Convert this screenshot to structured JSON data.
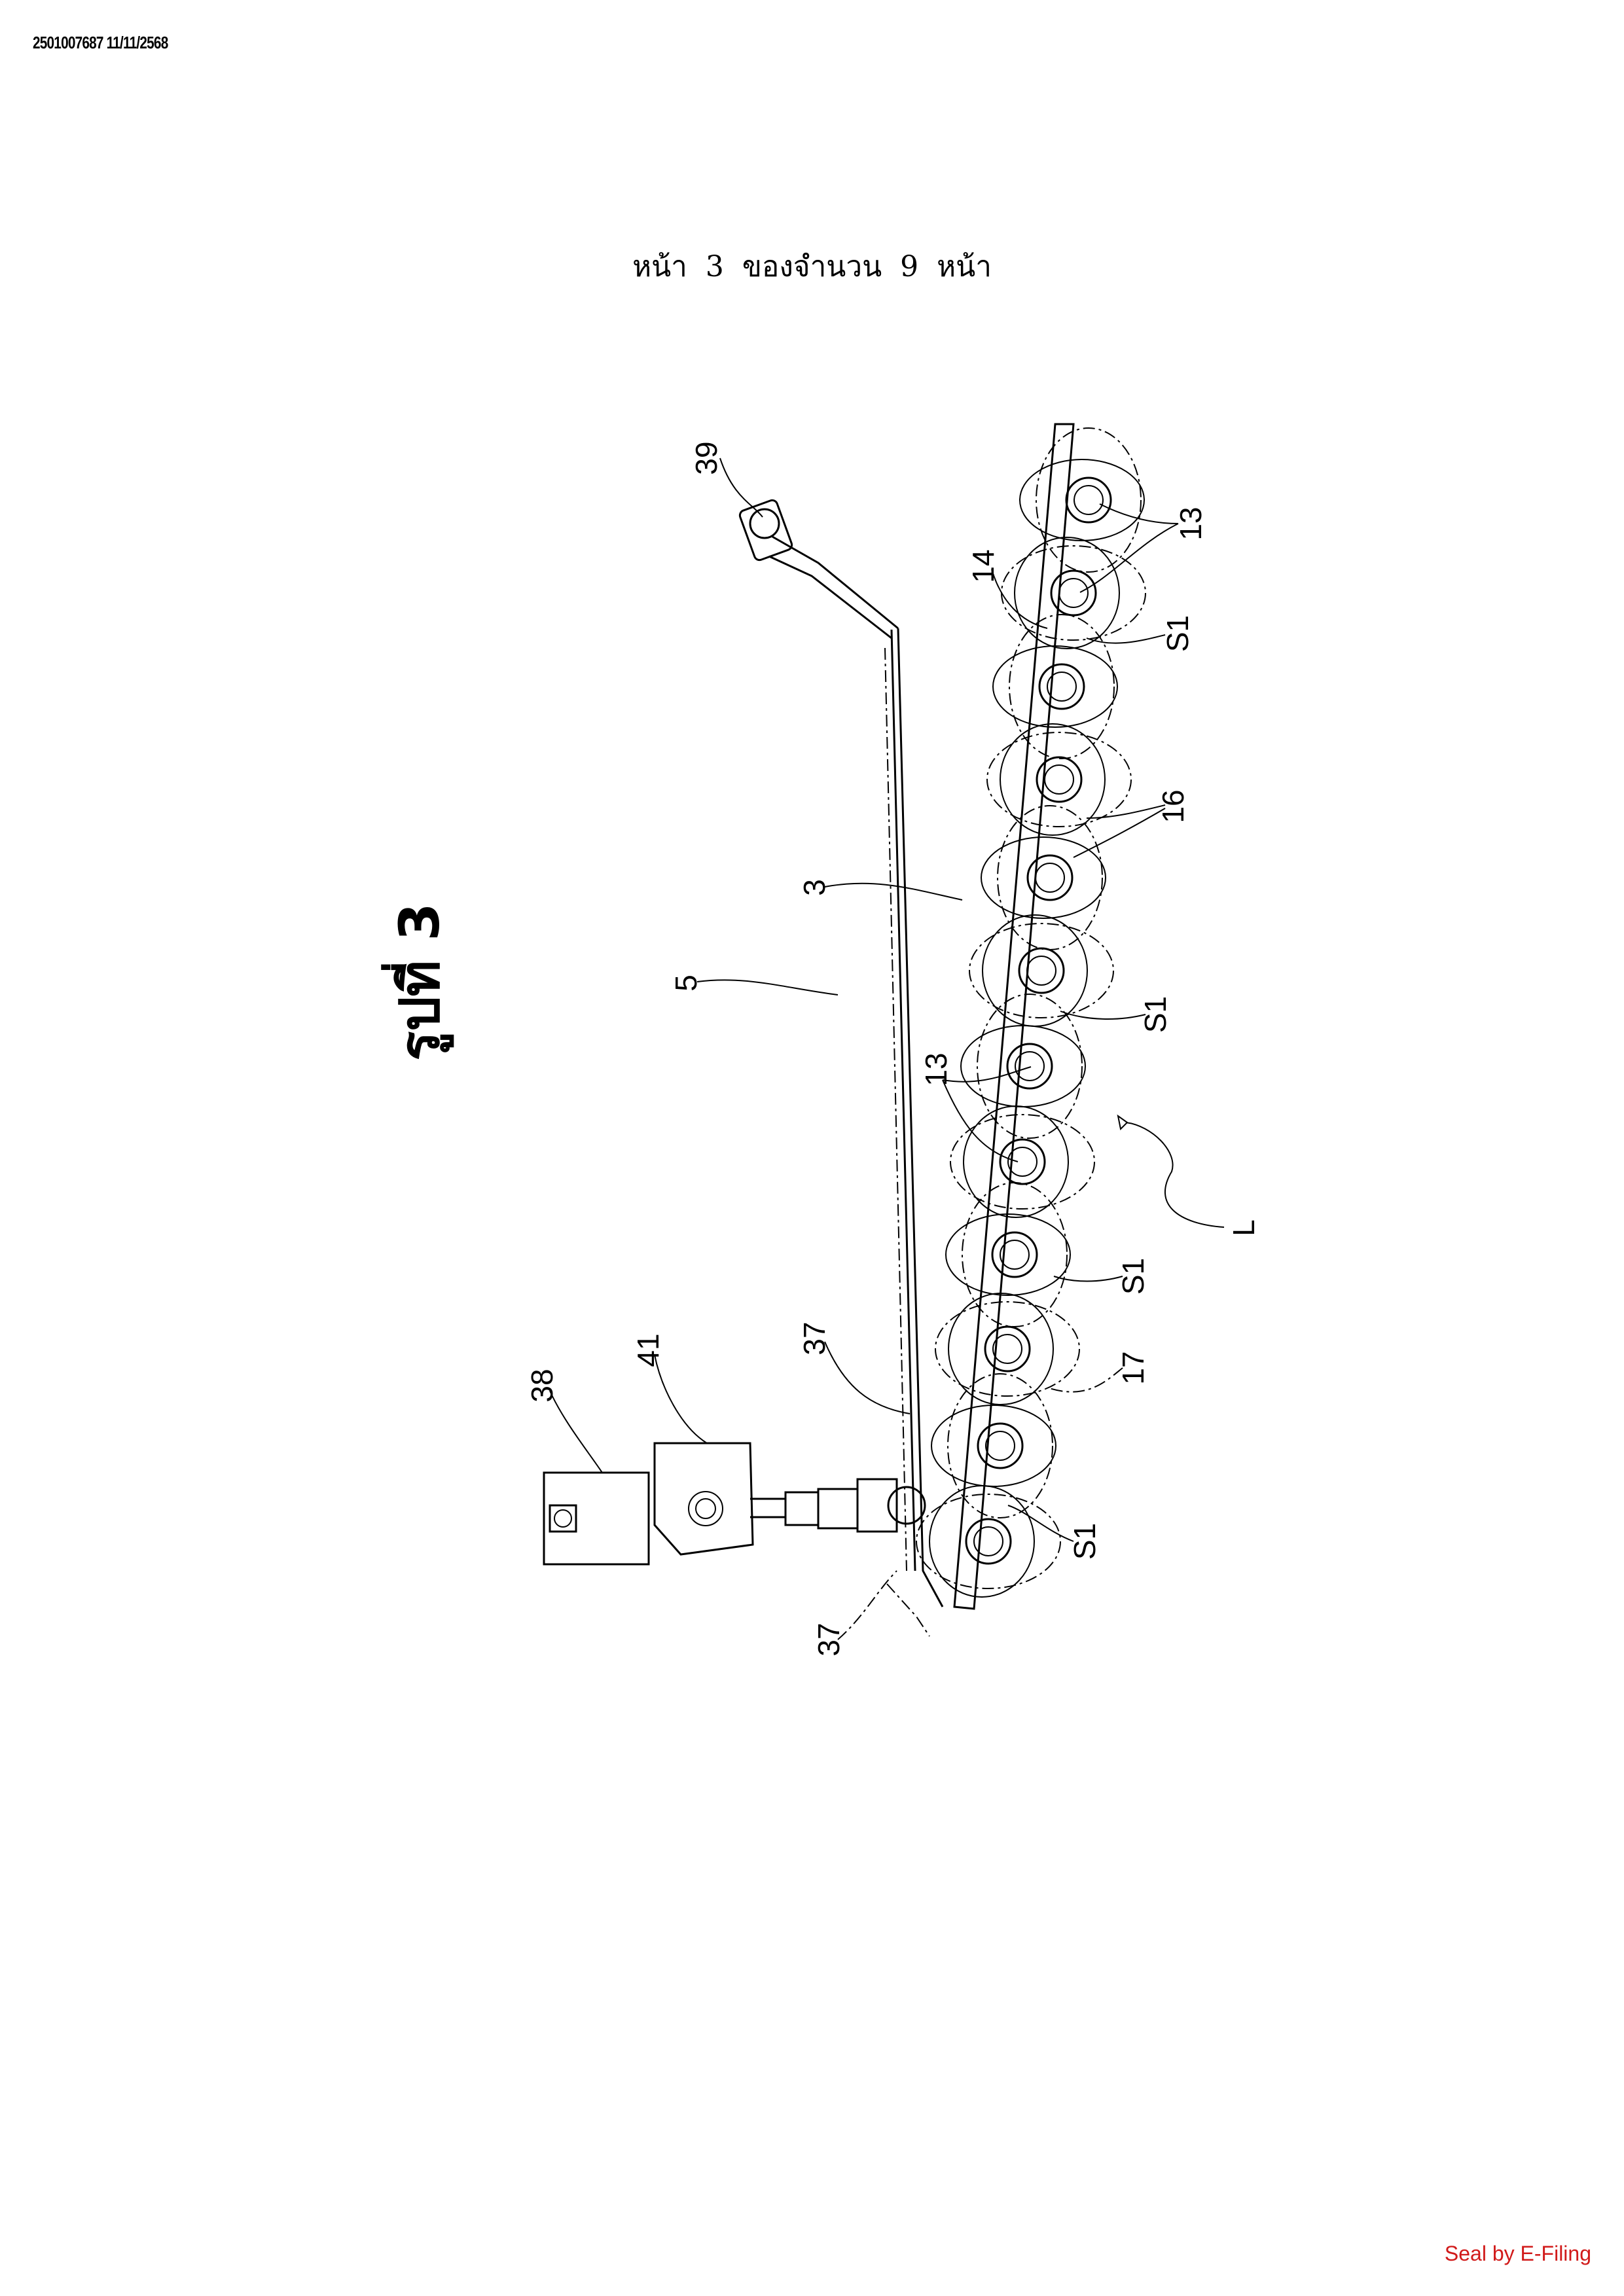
{
  "header": {
    "doc_id": "2501007687 11/11/2568"
  },
  "page": {
    "title": "หน้า 3 ของจำนวน 9 หน้า"
  },
  "figure": {
    "label": "รูปที่ 3",
    "reference_labels": [
      "39",
      "13",
      "14",
      "S1",
      "16",
      "3",
      "5",
      "S1",
      "13",
      "L",
      "S1",
      "37",
      "17",
      "41",
      "38",
      "S1",
      "37"
    ]
  },
  "footer": {
    "seal": "Seal by E-Filing",
    "seal_color": "#d11a1a"
  }
}
